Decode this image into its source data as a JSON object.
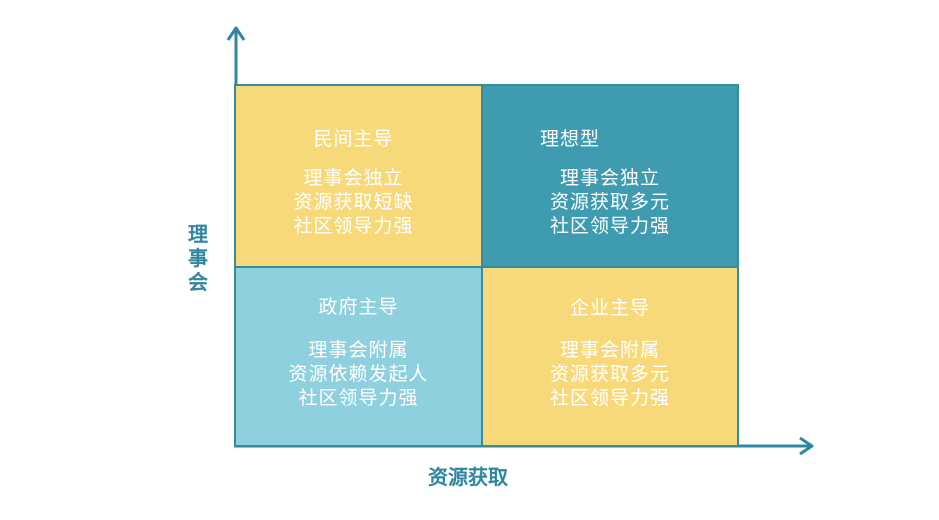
{
  "axes": {
    "y_label_chars": [
      "理",
      "事",
      "会"
    ],
    "x_label": "资源获取",
    "color": "#2f86a0"
  },
  "quadrants": {
    "top_left": {
      "title": "民间主导",
      "lines": [
        "理事会独立",
        "资源获取短缺",
        "社区领导力强"
      ],
      "color": "#f8d97a"
    },
    "top_right": {
      "title": "理想型",
      "lines": [
        "理事会独立",
        "资源获取多元",
        "社区领导力强"
      ],
      "color": "#3f9bb0"
    },
    "bottom_left": {
      "title": "政府主导",
      "lines": [
        "理事会附属",
        "资源依赖发起人",
        "社区领导力强"
      ],
      "color": "#8fd0df"
    },
    "bottom_right": {
      "title": "企业主导",
      "lines": [
        "理事会附属",
        "资源获取多元",
        "社区领导力强"
      ],
      "color": "#f8d97a"
    }
  }
}
